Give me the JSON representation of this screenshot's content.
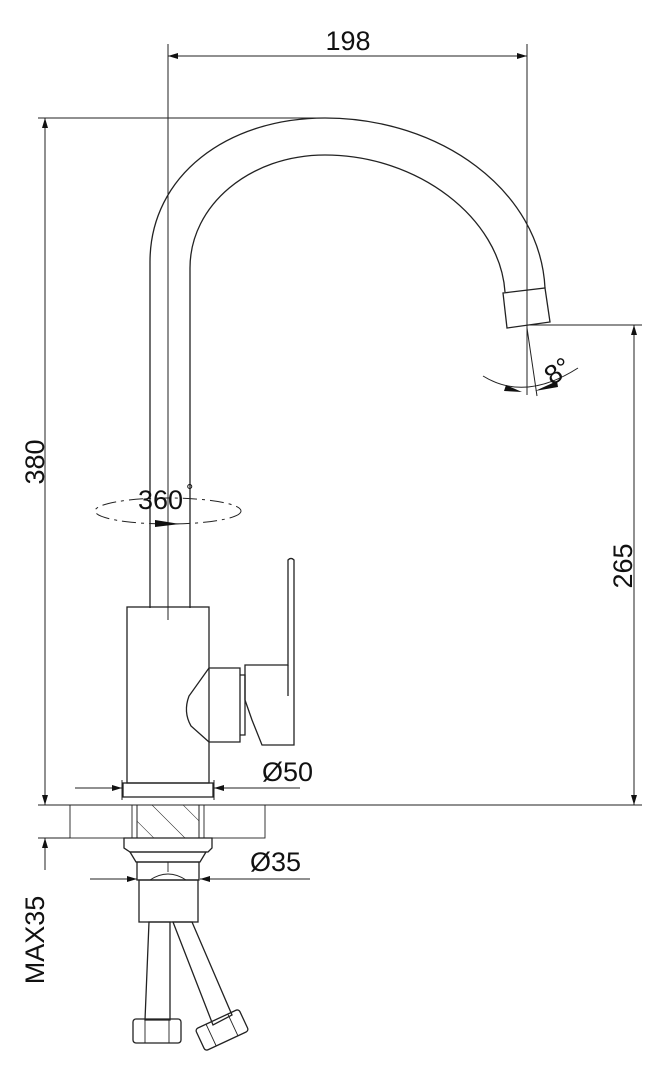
{
  "dimensions": {
    "spout_reach": "198",
    "total_height": "380",
    "spout_height": "265",
    "rotation": "360",
    "rotation_unit": "°",
    "spout_angle": "8°",
    "base_diameter": "Ø50",
    "shank_diameter": "Ø35",
    "max_countertop": "MAX35"
  },
  "colors": {
    "line": "#222222",
    "background": "#ffffff"
  }
}
